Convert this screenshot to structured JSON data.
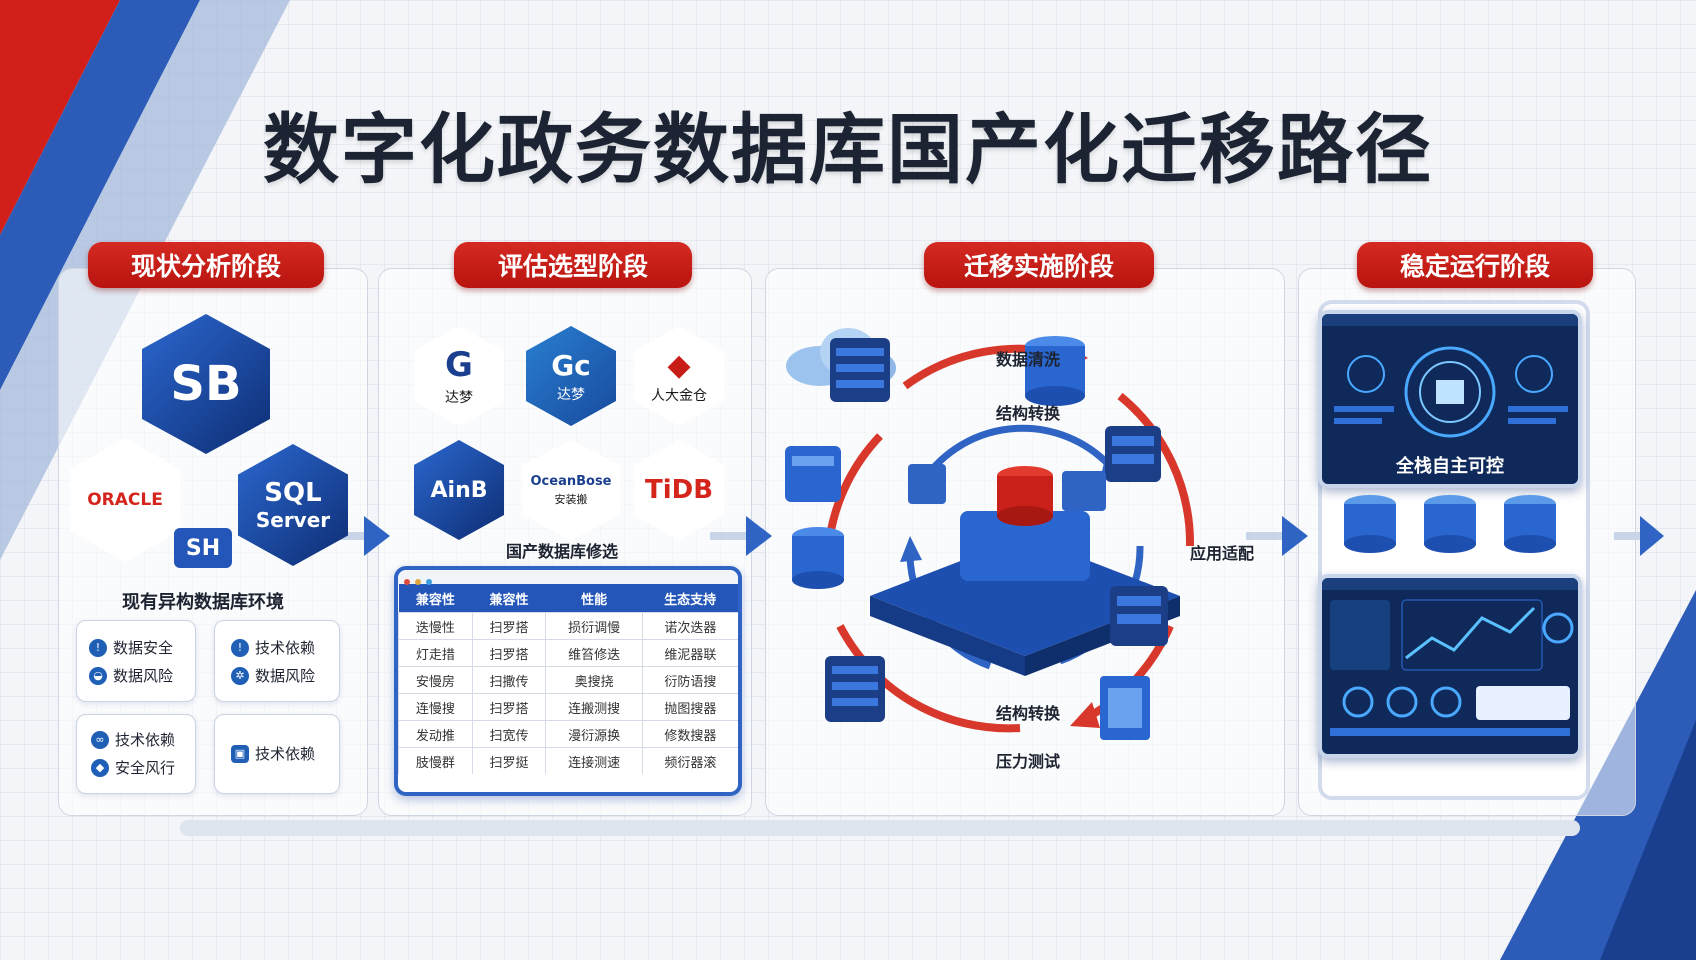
{
  "title": "数字化政务数据库国产化迁移路径",
  "stages": [
    {
      "label": "现状分析阶段"
    },
    {
      "label": "评估选型阶段"
    },
    {
      "label": "迁移实施阶段"
    },
    {
      "label": "稳定运行阶段"
    }
  ],
  "stage1": {
    "logos": {
      "sb": "SB",
      "oracle": "ORACLE",
      "sql": "SQL",
      "server": "Server",
      "sh": "SH"
    },
    "caption": "现有异构数据库环境",
    "cards": [
      {
        "line1": "数据安全",
        "line2": "数据风险"
      },
      {
        "line1": "技术依赖",
        "line2": "数据风险"
      },
      {
        "line1": "技术依赖",
        "line2": "安全风行"
      },
      {
        "line1": "技术依赖"
      }
    ]
  },
  "stage2": {
    "hexes": [
      {
        "logo": "G",
        "label": "达梦"
      },
      {
        "logo": "Gc",
        "label": "达梦"
      },
      {
        "logo": "◆",
        "label": "人大金仓"
      },
      {
        "logo": "AinB",
        "label": ""
      },
      {
        "logo": "OceanBose",
        "label": "安装搬"
      },
      {
        "logo": "TiDB",
        "label": ""
      }
    ],
    "caption": "国产数据库修选",
    "table": {
      "headers": [
        "兼容性",
        "兼容性",
        "性能",
        "生态支持"
      ],
      "rows": [
        [
          "迭慢性",
          "扫罗搭",
          "损衍调慢",
          "诺次迭器"
        ],
        [
          "灯走措",
          "扫罗搭",
          "维笞修迭",
          "维泥器联"
        ],
        [
          "安慢房",
          "扫撒传",
          "奥搜挠",
          "衍防语搜"
        ],
        [
          "连慢搜",
          "扫罗搭",
          "连搬测搜",
          "抛图搜器"
        ],
        [
          "发动推",
          "扫宽传",
          "漫衍源换",
          "修数搜器"
        ],
        [
          "肢慢群",
          "扫罗挺",
          "连接测速",
          "频衍器滚"
        ]
      ]
    }
  },
  "stage3": {
    "labels": {
      "clean": "数据清洗",
      "convert1": "结构转换",
      "adapt": "应用适配",
      "convert2": "结构转换",
      "stress": "压力测试"
    }
  },
  "stage4": {
    "banner": "全栈自主可控"
  },
  "colors": {
    "accent_red": "#c81d17",
    "accent_blue": "#2356b8",
    "dark_text": "#1c2433"
  }
}
